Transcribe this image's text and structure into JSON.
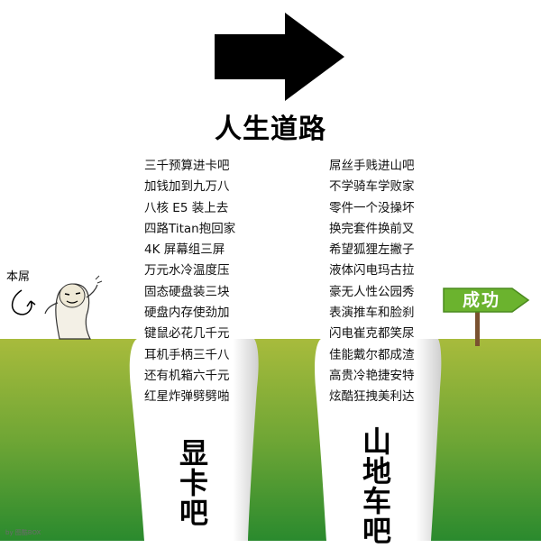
{
  "title": "人生道路",
  "left_path": {
    "lines": [
      "三千预算进卡吧",
      "加钱加到九万八",
      "八核 E5 装上去",
      "四路Titan抱回家",
      "4K 屏幕组三屏",
      "万元水冷温度压",
      "固态硬盘装三块",
      "硬盘内存使劲加",
      "键鼠必花几千元",
      "耳机手柄三千八",
      "还有机箱六千元",
      "红星炸弹劈劈啪"
    ],
    "destination": [
      "显",
      "卡",
      "吧"
    ]
  },
  "right_path": {
    "lines": [
      "屌丝手贱进山吧",
      "不学骑车学败家",
      "零件一个没操坏",
      "换完套件换前叉",
      "希望狐狸左撇子",
      "液体闪电玛古拉",
      "豪无人性公园秀",
      "表演推车和脸刹",
      "闪电崔克都笑尿",
      "佳能戴尔都成渣",
      "高贵冷艳捷安特",
      "炫酷狂拽美利达"
    ],
    "destination": [
      "山",
      "地",
      "车",
      "吧"
    ]
  },
  "character": {
    "label": "本屌",
    "icon": "meme-face-icon"
  },
  "sign": {
    "text": "成功",
    "icon": "arrow-signpost-icon"
  },
  "watermark": "by 图酷BOX",
  "colors": {
    "grass_top": "#a6b93a",
    "grass_bottom": "#2a8a2e",
    "sign_green": "#6bb32e",
    "sign_post": "#7a5230",
    "arrow": "#000000"
  }
}
